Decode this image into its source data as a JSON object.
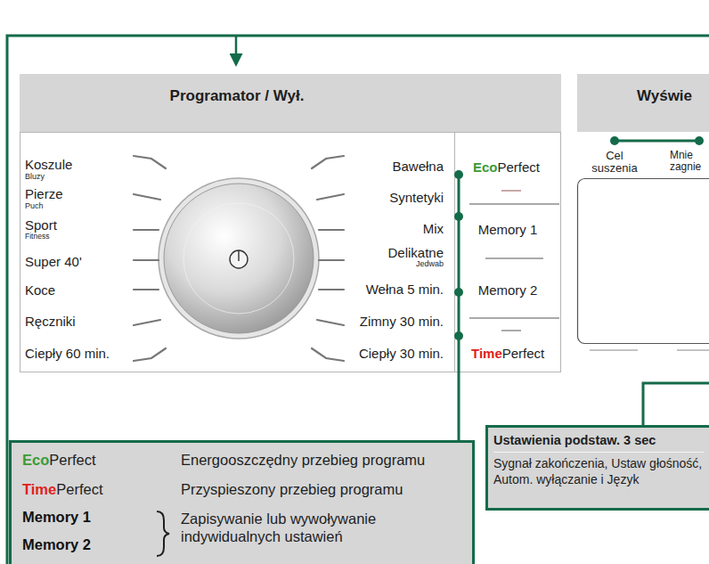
{
  "diagram": {
    "nodes": [
      {
        "text": [
          "Programator / Wył."
        ]
      },
      {
        "text": [
          "Wyświe"
        ]
      },
      {
        "text": [
          "Eco",
          "Perfect",
          "Energooszczędny przebieg programu",
          "Time",
          "Perfect",
          "Przyspieszony przebieg programu",
          "Memory 1",
          "Memory 2",
          "Zapisywanie lub wywoływanie indywidualnych ustawień"
        ]
      },
      {
        "text": [
          "Ustawienia podstaw. 3 sec",
          "Sygnał zakończenia, Ustaw głośność, Autom. wyłączanie i Język"
        ]
      }
    ],
    "labels": [
      "Koszule",
      "Bluzy",
      "Pierze",
      "Puch",
      "Sport",
      "Fitness",
      "Super 40'",
      "Koce",
      "Ręczniki",
      "Ciepły 60 min.",
      "Bawełna",
      "Syntetyki",
      "Mix",
      "Delikatne",
      "Jedwab",
      "Wełna 5 min.",
      "Zimny 30 min.",
      "Ciepły 30 min.",
      "Eco",
      "Perfect",
      "Memory 1",
      "Memory 2",
      "Time",
      "Perfect",
      "Cel suszenia",
      "Mnie zagnie"
    ]
  }
}
